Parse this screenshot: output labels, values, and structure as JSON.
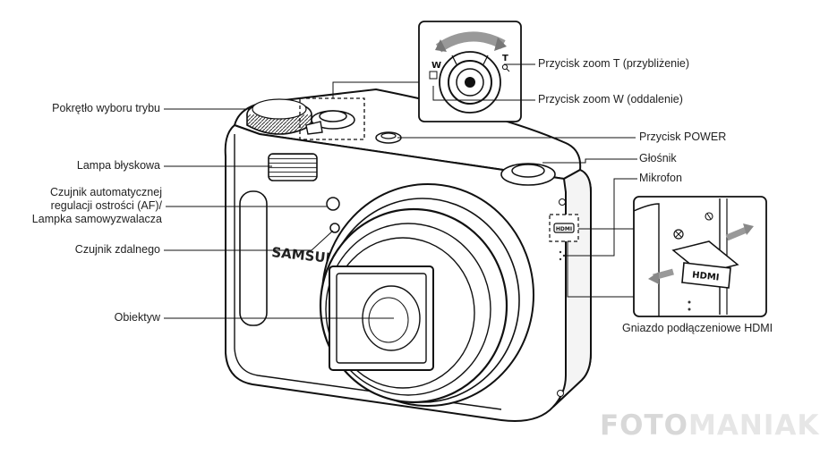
{
  "labels": {
    "mode_dial": "Pokrętło wyboru trybu",
    "flash": "Lampa błyskowa",
    "af_sensor_lines": [
      "Czujnik automatycznej",
      "regulacji ostrości (AF)/",
      "Lampka samowyzwalacza"
    ],
    "remote_sensor": "Czujnik zdalnego",
    "lens": "Obiektyw",
    "zoom_t": "Przycisk zoom T (przybliżenie)",
    "zoom_w": "Przycisk zoom W (oddalenie)",
    "power": "Przycisk POWER",
    "speaker": "Głośnik",
    "microphone": "Mikrofon",
    "hdmi_port": "Gniazdo podłączeniowe HDMI"
  },
  "camera": {
    "brand": "SAMSUNG",
    "zoom_w_mark": "W",
    "zoom_t_mark": "T",
    "hdmi_mark": "HDMI"
  },
  "watermark": {
    "text_a": "FOTO",
    "text_b": "MANIAK"
  }
}
